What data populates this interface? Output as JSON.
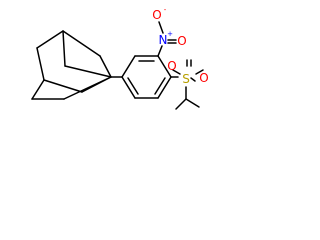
{
  "molecule": {
    "atoms": {
      "nitro_n": {
        "symbol": "N",
        "charge": "+",
        "color": "#0000ff"
      },
      "nitro_o_top": {
        "symbol": "O",
        "charge": "-",
        "color": "#ff0000"
      },
      "nitro_o_right": {
        "symbol": "O",
        "color": "#ff0000"
      },
      "sulfonyl_s": {
        "symbol": "S",
        "color": "#b8a000"
      },
      "sulfonyl_o_left": {
        "symbol": "O",
        "color": "#ff0000"
      },
      "sulfonyl_o_right": {
        "symbol": "O",
        "color": "#ff0000"
      }
    },
    "bond_color": "#000000"
  }
}
